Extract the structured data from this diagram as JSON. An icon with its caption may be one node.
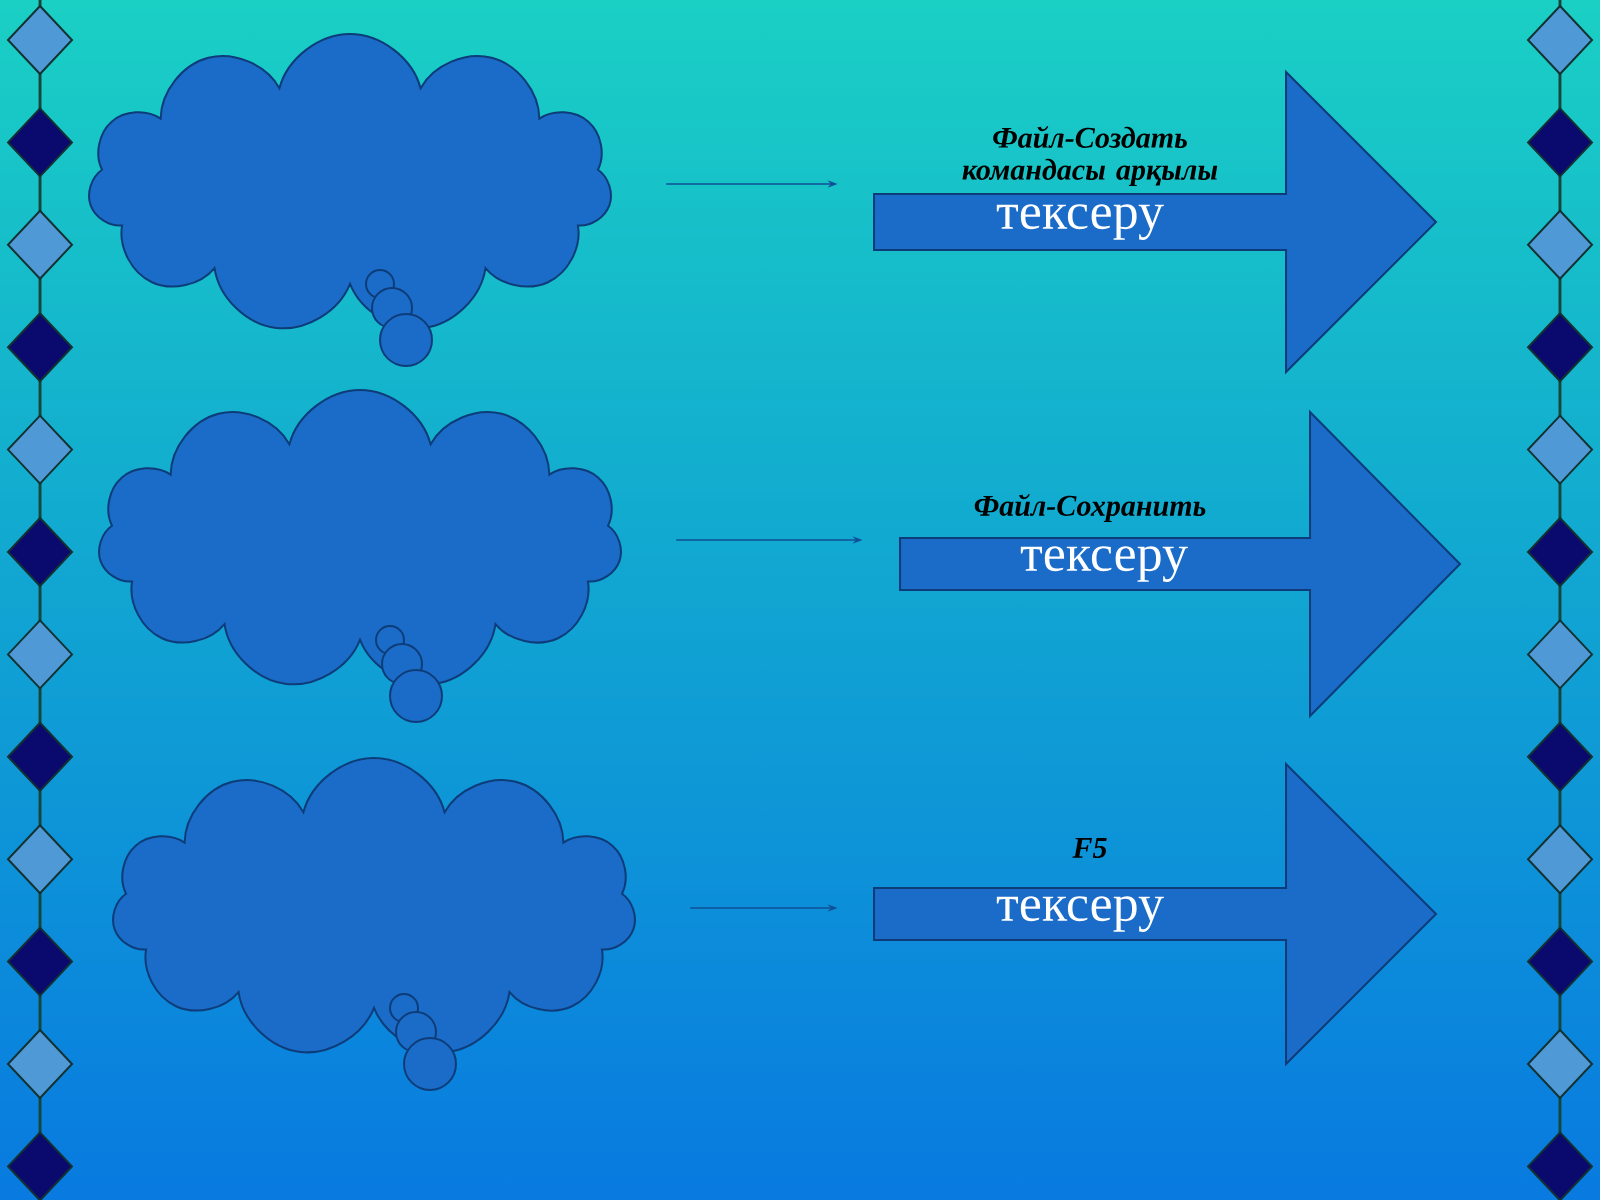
{
  "diagram": {
    "nodes": [
      {
        "text": [],
        "shape": "cloud"
      },
      {
        "text": [
          "тексеру"
        ]
      },
      {
        "text": [],
        "shape": "cloud"
      },
      {
        "text": [
          "тексеру"
        ]
      },
      {
        "text": [],
        "shape": "cloud"
      },
      {
        "text": [
          "тексеру"
        ]
      }
    ],
    "edges": [
      {
        "from": 0,
        "to": 1,
        "arrow": "to"
      },
      {
        "from": 2,
        "to": 3,
        "arrow": "to"
      },
      {
        "from": 4,
        "to": 5,
        "arrow": "to"
      }
    ],
    "labels": [
      "Файл-Создать командасы арқылы",
      "Файл-Сохранить",
      "F5"
    ]
  }
}
